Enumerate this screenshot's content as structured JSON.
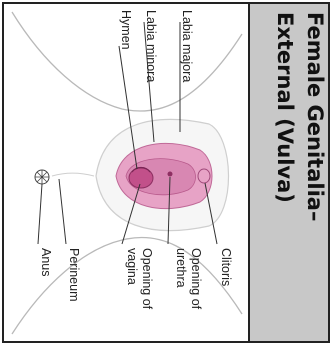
{
  "title_lines": [
    "Female Genitalia–",
    "External (Vulva)"
  ],
  "labels": {
    "labia_majora": "Labia majora",
    "labia_minora": "Labia minora",
    "hymen": "Hymen",
    "clitoris": "Clitoris",
    "opening_urethra": [
      "Opening of",
      "urethra"
    ],
    "opening_vagina": [
      "Opening of",
      "vagina"
    ],
    "perineum": "Perineum",
    "anus": "Anus"
  },
  "colors": {
    "border": "#222222",
    "title_panel": "#c8c8c8",
    "labia_minora_fill": "#e7a3c6",
    "vestibule_fill": "#c2508a",
    "skin_line": "#b9b9b9"
  }
}
